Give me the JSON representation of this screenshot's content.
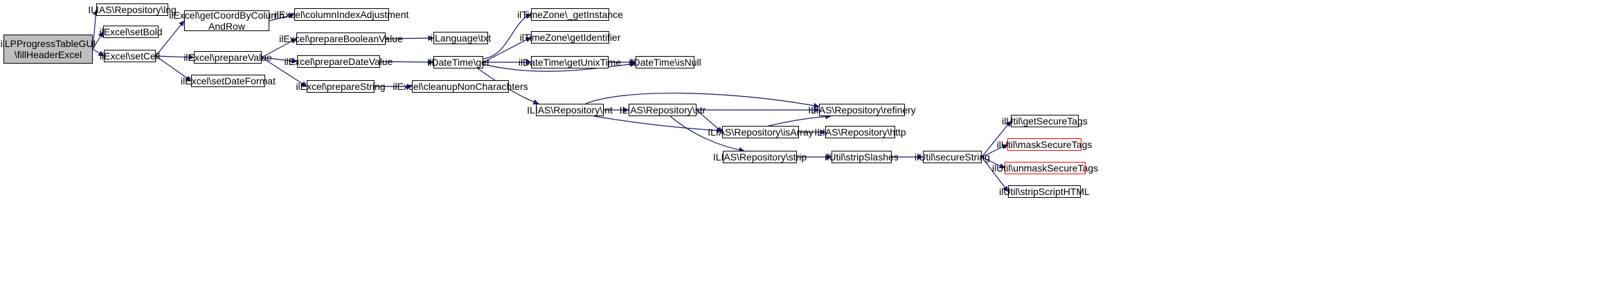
{
  "colors": {
    "edge": "#191970",
    "root_fill": "#bfbfbf",
    "node_border": "#000000",
    "truncated_border": "#ff0000"
  },
  "nodes": [
    {
      "id": "root",
      "label": "ilLPProgressTableGUI\n\\fillHeaderExcel",
      "root": true
    },
    {
      "id": "lng",
      "label": "ILIAS\\Repository\\lng"
    },
    {
      "id": "setBold",
      "label": "ilExcel\\setBold"
    },
    {
      "id": "setCell",
      "label": "ilExcel\\setCell"
    },
    {
      "id": "getCoord",
      "label": "ilExcel\\getCoordByColumn\nAndRow"
    },
    {
      "id": "colAdj",
      "label": "ilExcel\\columnIndexAdjustment"
    },
    {
      "id": "prepValue",
      "label": "ilExcel\\prepareValue"
    },
    {
      "id": "setDateFmt",
      "label": "ilExcel\\setDateFormat"
    },
    {
      "id": "prepBool",
      "label": "ilExcel\\prepareBooleanValue"
    },
    {
      "id": "prepDate",
      "label": "ilExcel\\prepareDateValue"
    },
    {
      "id": "prepString",
      "label": "ilExcel\\prepareString"
    },
    {
      "id": "langTxt",
      "label": "ilLanguage\\txt"
    },
    {
      "id": "dtGet",
      "label": "ilDateTime\\get"
    },
    {
      "id": "cleanup",
      "label": "ilExcel\\cleanupNonCharachters"
    },
    {
      "id": "tzInst",
      "label": "ilTimeZone\\_getInstance"
    },
    {
      "id": "tzId",
      "label": "ilTimeZone\\getIdentifier"
    },
    {
      "id": "dtUnix",
      "label": "ilDateTime\\getUnixTime"
    },
    {
      "id": "dtNull",
      "label": "ilDateTime\\isNull"
    },
    {
      "id": "repInt",
      "label": "ILIAS\\Repository\\int"
    },
    {
      "id": "repStr",
      "label": "ILIAS\\Repository\\str"
    },
    {
      "id": "repRef",
      "label": "ILIAS\\Repository\\refinery"
    },
    {
      "id": "repArr",
      "label": "ILIAS\\Repository\\isArray"
    },
    {
      "id": "repHttp",
      "label": "ILIAS\\Repository\\http"
    },
    {
      "id": "repStrip",
      "label": "ILIAS\\Repository\\strip"
    },
    {
      "id": "stripSl",
      "label": "ilUtil\\stripSlashes"
    },
    {
      "id": "secStr",
      "label": "ilUtil\\secureString"
    },
    {
      "id": "getSec",
      "label": "ilUtil\\getSecureTags"
    },
    {
      "id": "maskSec",
      "label": "ilUtil\\maskSecureTags",
      "truncated": true
    },
    {
      "id": "unmaskSec",
      "label": "ilUtil\\unmaskSecureTags",
      "truncated": true
    },
    {
      "id": "stripHtml",
      "label": "ilUtil\\stripScriptHTML"
    }
  ],
  "edges": [
    [
      "root",
      "lng"
    ],
    [
      "root",
      "setBold"
    ],
    [
      "root",
      "setCell"
    ],
    [
      "setCell",
      "getCoord"
    ],
    [
      "setCell",
      "prepValue"
    ],
    [
      "setCell",
      "setDateFmt"
    ],
    [
      "getCoord",
      "colAdj"
    ],
    [
      "prepValue",
      "prepBool"
    ],
    [
      "prepValue",
      "prepDate"
    ],
    [
      "prepValue",
      "prepString"
    ],
    [
      "prepBool",
      "langTxt"
    ],
    [
      "prepDate",
      "dtGet"
    ],
    [
      "prepString",
      "cleanup"
    ],
    [
      "dtGet",
      "tzInst"
    ],
    [
      "dtGet",
      "tzId"
    ],
    [
      "dtGet",
      "dtUnix"
    ],
    [
      "dtGet",
      "dtNull"
    ],
    [
      "dtGet",
      "repInt"
    ],
    [
      "dtUnix",
      "dtNull"
    ],
    [
      "repInt",
      "repStr"
    ],
    [
      "repInt",
      "repRef"
    ],
    [
      "repInt",
      "repArr"
    ],
    [
      "repStr",
      "repRef"
    ],
    [
      "repStr",
      "repArr"
    ],
    [
      "repStr",
      "repStrip"
    ],
    [
      "repArr",
      "repRef"
    ],
    [
      "repArr",
      "repHttp"
    ],
    [
      "repStrip",
      "stripSl"
    ],
    [
      "stripSl",
      "secStr"
    ],
    [
      "secStr",
      "getSec"
    ],
    [
      "secStr",
      "maskSec"
    ],
    [
      "secStr",
      "unmaskSec"
    ],
    [
      "secStr",
      "stripHtml"
    ]
  ]
}
